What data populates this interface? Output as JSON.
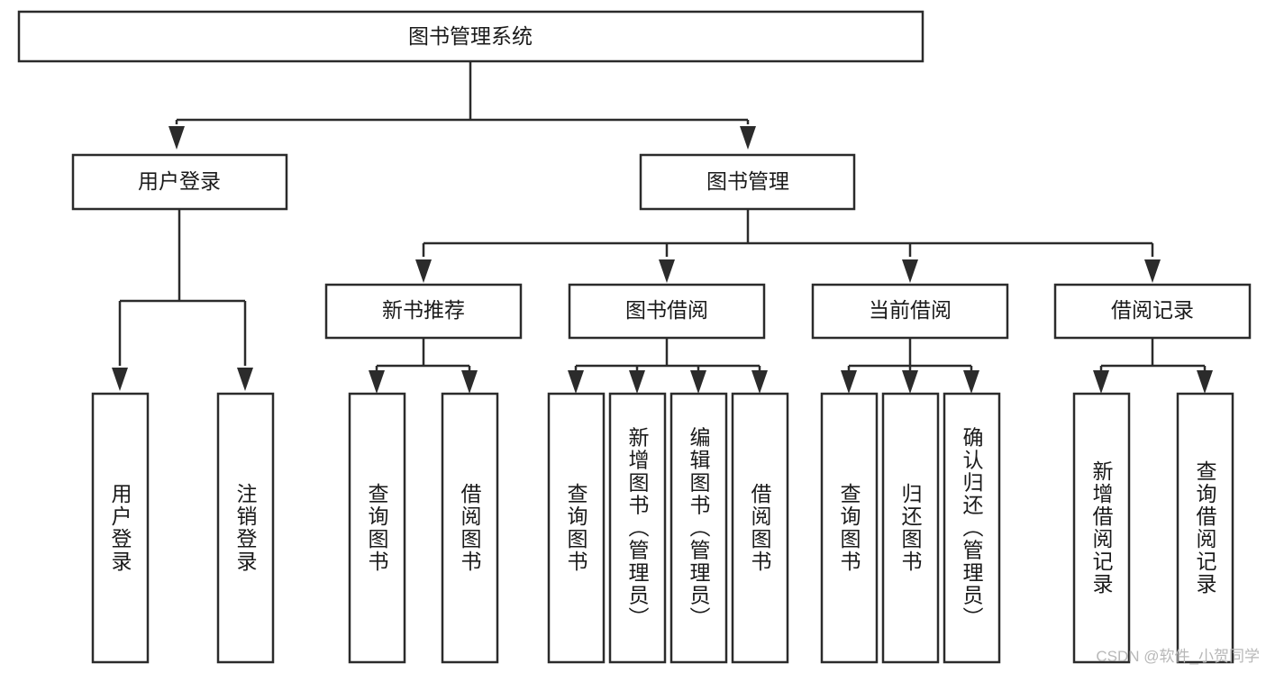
{
  "diagram": {
    "title": "图书管理系统",
    "type": "tree-hierarchy-diagram",
    "orientation": "top-down",
    "colors": {
      "box_stroke": "#2b2b2b",
      "box_fill": "#ffffff",
      "connector": "#2b2b2b",
      "text": "#1a1a1a",
      "background": "#ffffff",
      "watermark": "#b8b8b8"
    },
    "root": {
      "label": "图书管理系统"
    },
    "level2": [
      {
        "label": "用户登录"
      },
      {
        "label": "图书管理"
      }
    ],
    "level3": [
      {
        "label": "新书推荐"
      },
      {
        "label": "图书借阅"
      },
      {
        "label": "当前借阅"
      },
      {
        "label": "借阅记录"
      }
    ],
    "leaves": {
      "user_login": [
        {
          "label": "用户登录"
        },
        {
          "label": "注销登录"
        }
      ],
      "new_book_recommend": [
        {
          "label": "查询图书"
        },
        {
          "label": "借阅图书"
        }
      ],
      "book_borrow": [
        {
          "label": "查询图书"
        },
        {
          "label": "新增图书（管理员）"
        },
        {
          "label": "编辑图书（管理员）"
        },
        {
          "label": "借阅图书"
        }
      ],
      "current_borrow": [
        {
          "label": "查询图书"
        },
        {
          "label": "归还图书"
        },
        {
          "label": "确认归还（管理员）"
        }
      ],
      "borrow_record": [
        {
          "label": "新增借阅记录"
        },
        {
          "label": "查询借阅记录"
        }
      ]
    },
    "watermark": "CSDN @软件_小贺同学"
  }
}
